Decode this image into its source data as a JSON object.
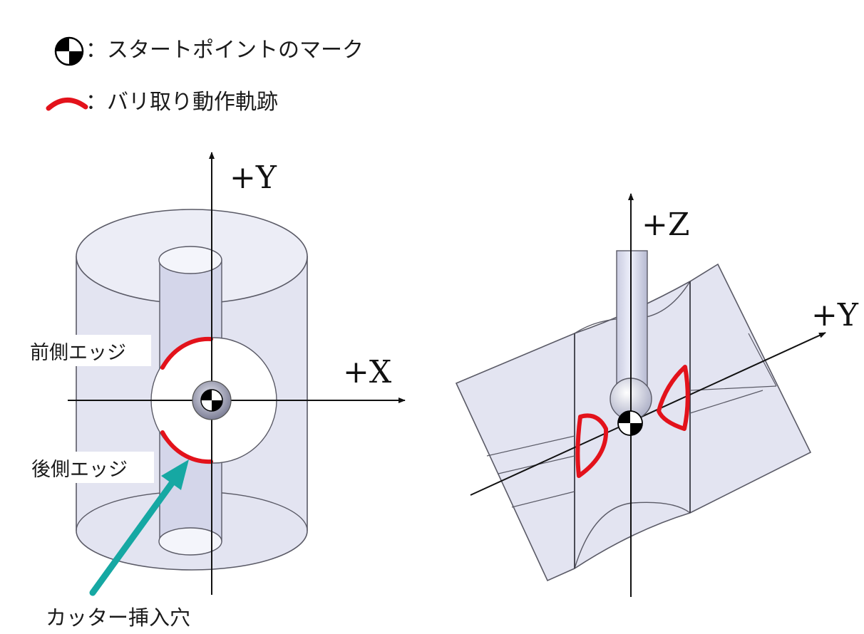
{
  "legend": {
    "start_mark_label": "：スタートポイントのマーク",
    "deburr_path_label": "：バリ取り動作軌跡",
    "start_mark_icon": "start-point-mark-icon",
    "deburr_path_icon": "red-arc-icon"
  },
  "left_view": {
    "axis_y_label": "+Y",
    "axis_x_label": "+X",
    "front_edge_label": "前側エッジ",
    "rear_edge_label": "後側エッジ",
    "cutter_hole_label": "カッター挿入穴"
  },
  "right_view": {
    "axis_z_label": "+Z",
    "axis_y_label": "+Y"
  },
  "colors": {
    "path_red": "#e3121b",
    "arrow_teal": "#16a8a3",
    "body_fill": "#e3e4f1",
    "body_stroke": "#5a5a66"
  }
}
